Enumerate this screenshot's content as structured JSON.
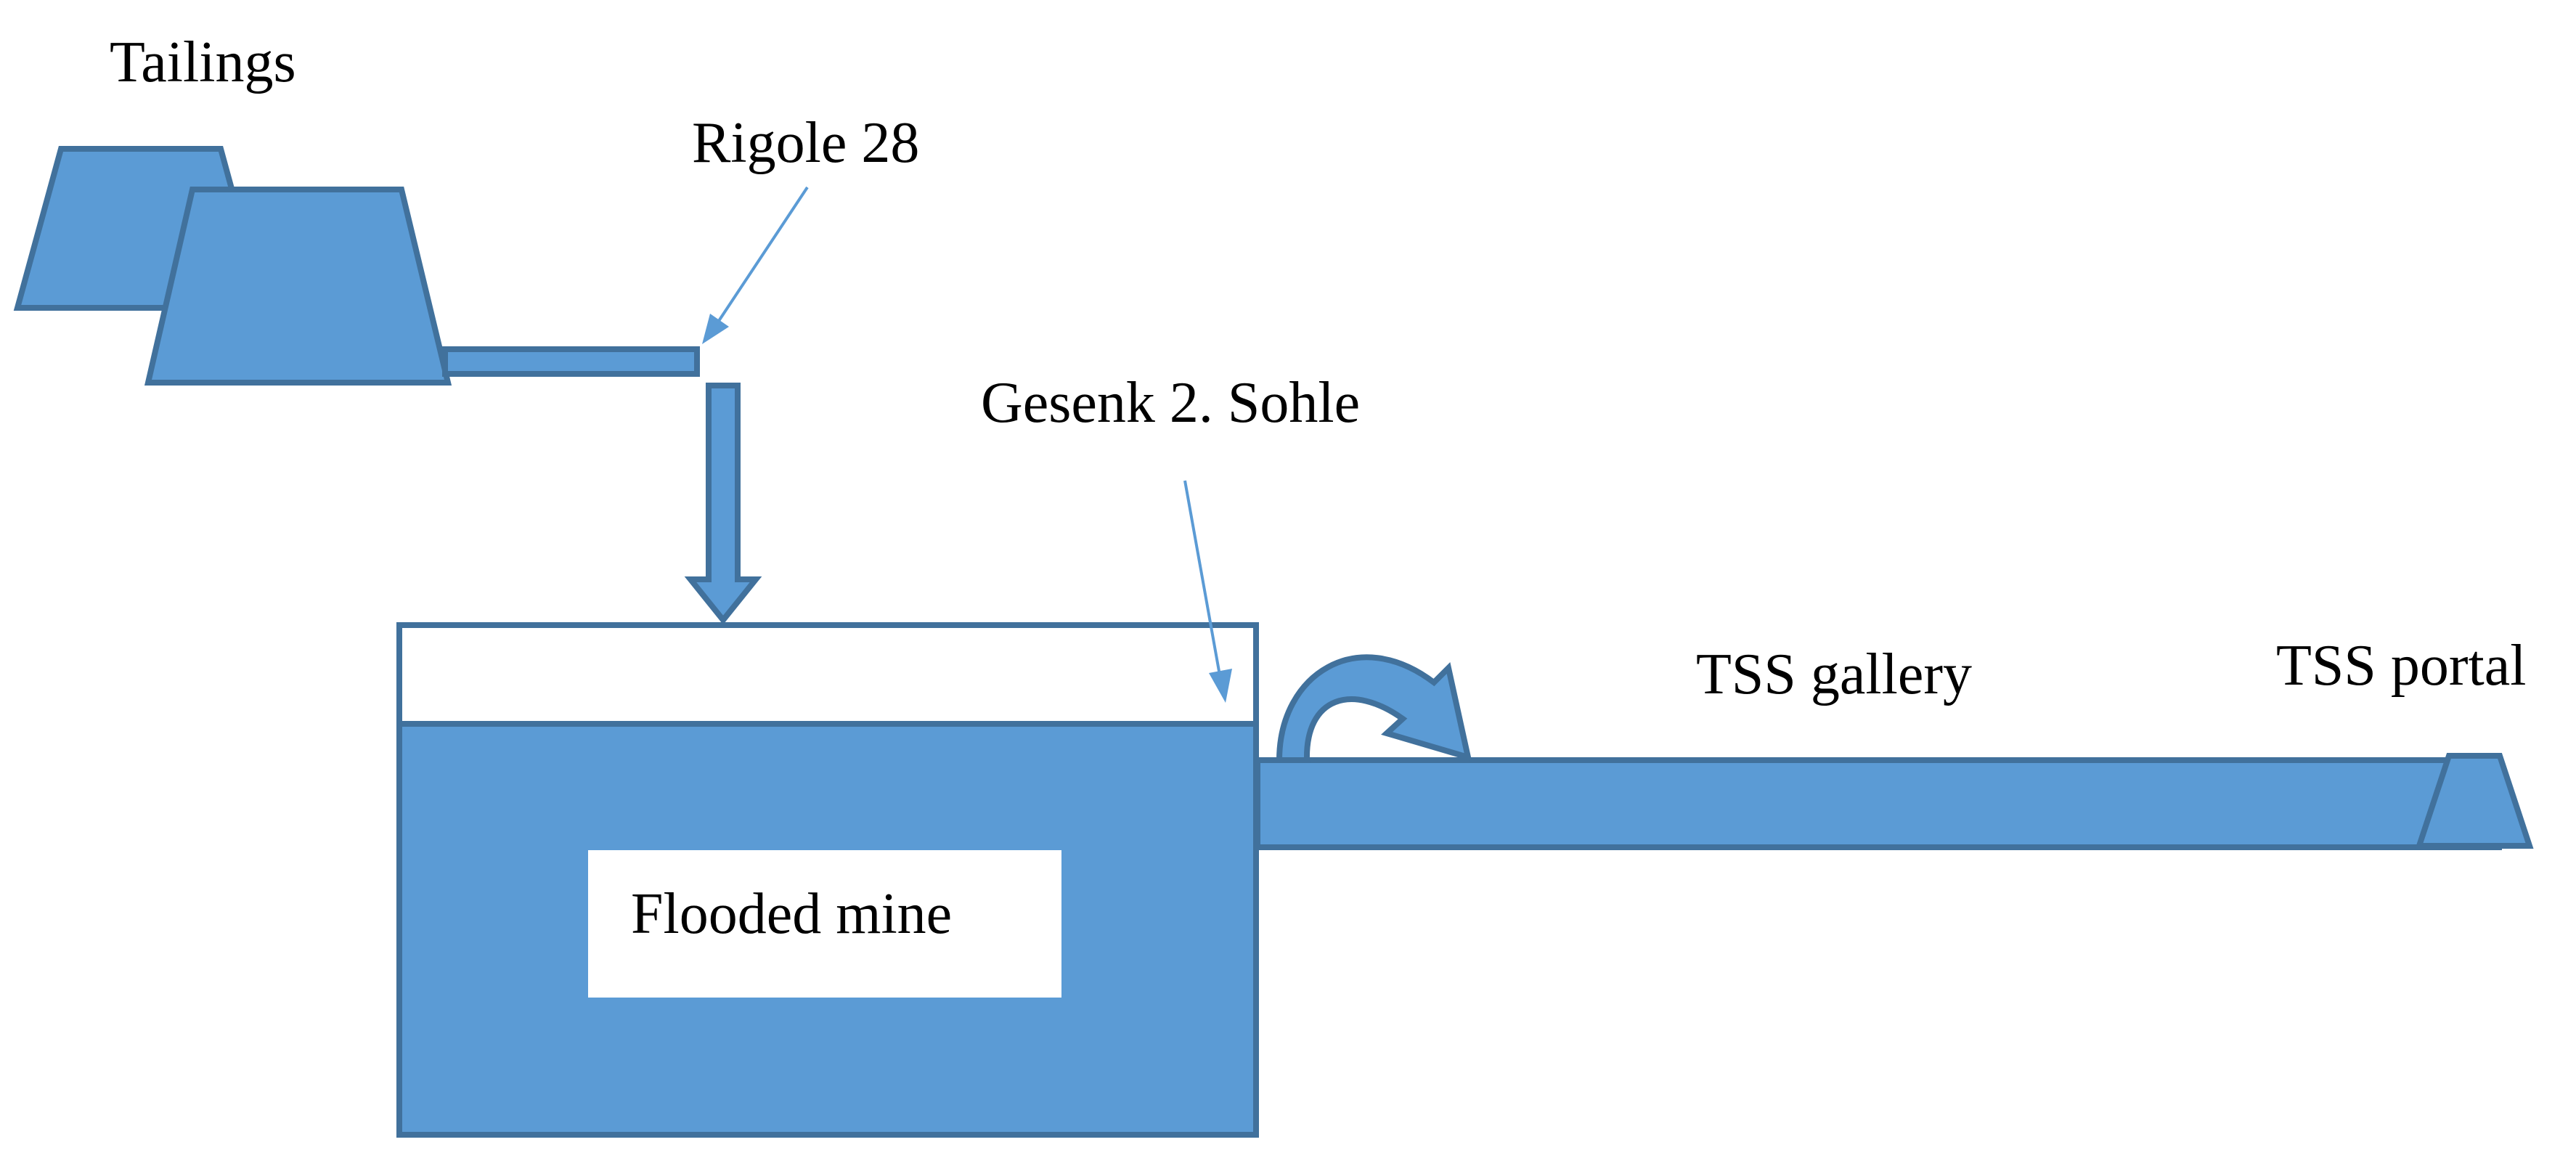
{
  "labels": {
    "tailings": "Tailings",
    "rigole": "Rigole 28",
    "gesenk": "Gesenk 2. Sohle",
    "tss_gallery": "TSS gallery",
    "tss_portal": "TSS portal",
    "flooded_mine": "Flooded mine"
  },
  "colors": {
    "fill": "#5b9bd5",
    "stroke": "#41719c",
    "background": "#ffffff",
    "text": "#000000"
  }
}
